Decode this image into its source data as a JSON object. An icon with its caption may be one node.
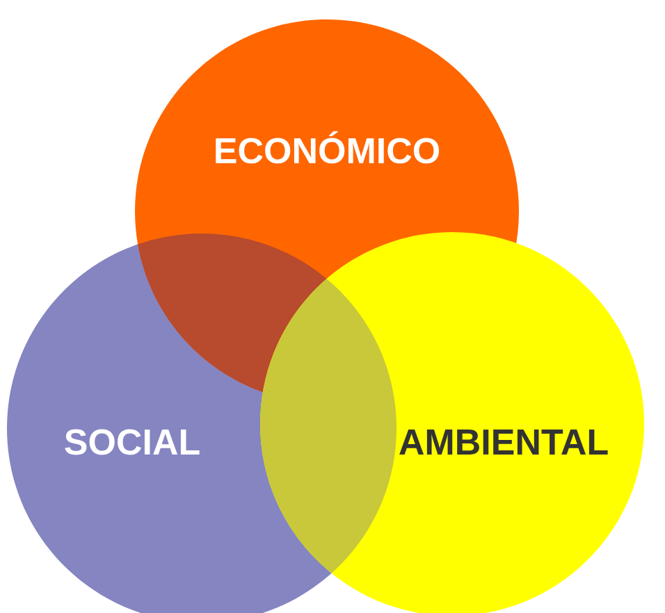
{
  "diagram": {
    "nodes": [
      {
        "text": [
          "ECONÓMICO"
        ]
      },
      {
        "text": [
          "AMBIENTAL"
        ]
      },
      {
        "text": [
          "SOCIAL"
        ]
      }
    ]
  }
}
